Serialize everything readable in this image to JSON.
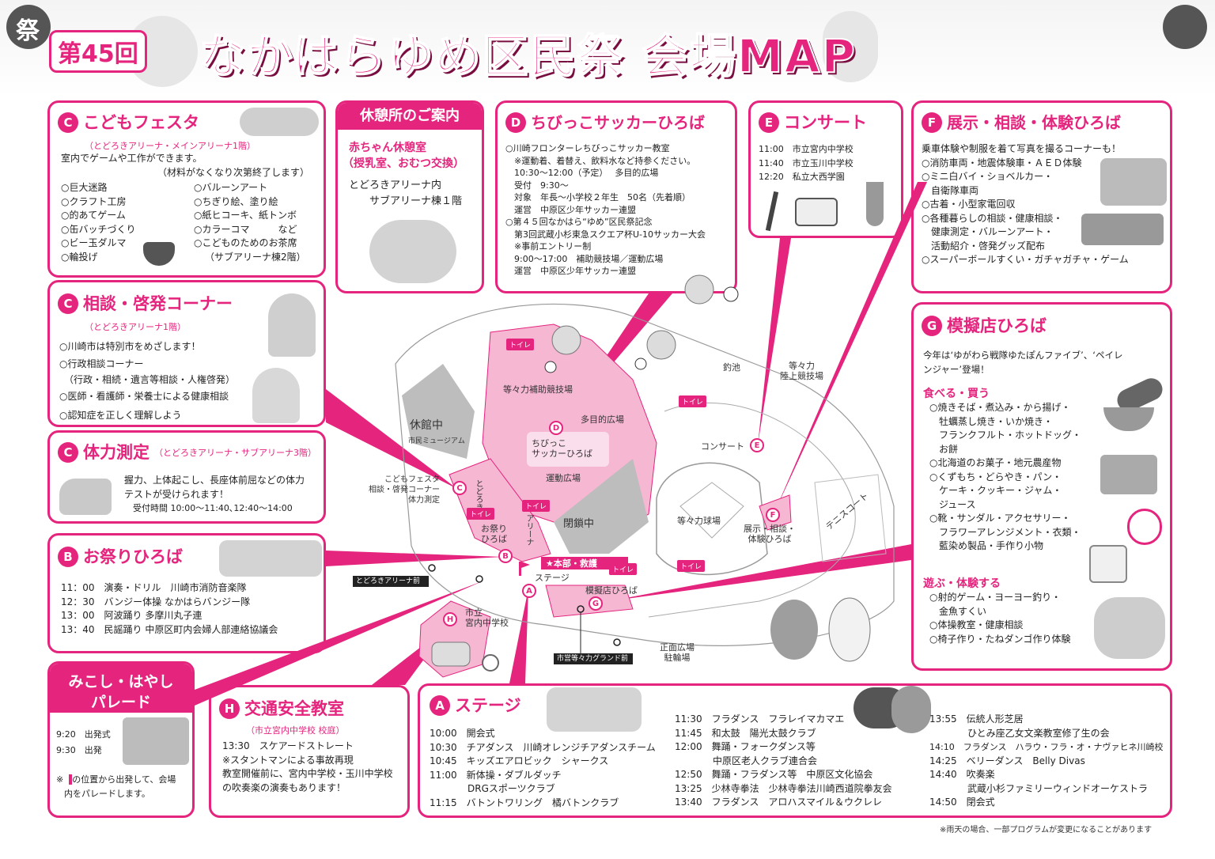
{
  "header": {
    "edition": "第45回",
    "title": "なかはらゆめ区民祭 会場MAP",
    "matsuri_char": "祭"
  },
  "kids": {
    "badge": "C",
    "title": "こどもフェスタ",
    "sub": "（とどろきアリーナ・メインアリーナ1階）",
    "intro1": "室内でゲームや工作ができます。",
    "intro2": "（材料がなくなり次第終了します）",
    "left": [
      "○巨大迷路",
      "○クラフト工房",
      "○的あてゲーム",
      "○缶バッチづくり",
      "○ビー玉ダルマ",
      "○輪投げ"
    ],
    "right": [
      "○バルーンアート",
      "○ちぎり絵、塗り絵",
      "○紙ヒコーキ、紙トンボ",
      "○カラーコマ　　　など",
      "○こどものためのお茶席",
      "（サブアリーナ棟2階）"
    ]
  },
  "rest": {
    "title": "休憩所のご案内",
    "pink1": "赤ちゃん休憩室",
    "pink2": "（授乳室、おむつ交換）",
    "loc1": "とどろきアリーナ内",
    "loc2": "サブアリーナ棟１階"
  },
  "soccer": {
    "badge": "D",
    "title": "ちびっこサッカーひろば",
    "lines": [
      "○川崎フロンターレちびっこサッカー教室",
      "　※運動着、着替え、飲料水など持参ください。",
      "　10:30～12:00（予定）　 多目的広場",
      "　受付　9:30～",
      "　対象　年長～小学校２年生　50名（先着順）",
      "　運営　中原区少年サッカー連盟",
      "",
      "○第４５回なかはら“ゆめ”区民祭記念",
      "　第3回武蔵小杉東急スクエア杯U-10サッカー大会",
      "　※事前エントリー制",
      "　9:00～17:00　補助競技場／運動広場",
      "　運営　中原区少年サッカー連盟"
    ]
  },
  "concert": {
    "badge": "E",
    "title": "コンサート",
    "items": [
      "11:00　市立宮内中学校",
      "11:40　市立玉川中学校",
      "12:20　私立大西学園"
    ]
  },
  "exhibit": {
    "badge": "F",
    "title": "展示・相談・体験ひろば",
    "lines": [
      "乗車体験や制服を着て写真を撮るコーナーも！",
      "○消防車両・地震体験車・ＡＥＤ体験",
      "○ミニ白バイ・ショベルカー・",
      "　自衛隊車両",
      "○古着・小型家電回収",
      "○各種暮らしの相談・健康相談・",
      "　健康測定・バルーンアート・",
      "　活動紹介・啓発グッズ配布",
      "○スーパーボールすくい・ガチャガチャ・ゲーム"
    ]
  },
  "consult": {
    "badge": "C",
    "title": "相談・啓発コーナー",
    "sub": "（とどろきアリーナ1階）",
    "lines": [
      "○川崎市は特別市をめざします！",
      "○行政相談コーナー",
      "　（行政・相続・遺言等相談・人権啓発）",
      "○医師・看護師・栄養士による健康相談",
      "○認知症を正しく理解しよう"
    ]
  },
  "fitness": {
    "badge": "C",
    "title": "体力測定",
    "sub": "（とどろきアリーナ・サブアリーナ3階）",
    "lines": [
      "握力、上体起こし、長座体前屈などの体力",
      "テストが受けられます！",
      "　受付時間 10:00～11:40､12:40～14:00"
    ]
  },
  "omatsuri": {
    "badge": "B",
    "title": "お祭りひろば",
    "items": [
      "11：00　演奏・ドリル　川崎市消防音楽隊",
      "12：30　バンジー体操 なかはらバンジー隊",
      "13：00　阿波踊り 多摩川丸子連",
      "13：40　民謡踊り 中原区町内会婦人部連絡協議会"
    ]
  },
  "parade": {
    "title1": "みこし・はやし",
    "title2": "パレード",
    "lines": [
      "9:20　出発式",
      "9:30　出発"
    ],
    "note1": "※　の位置から出発して、会場",
    "note2": "内をパレードします。"
  },
  "traffic": {
    "badge": "H",
    "title": "交通安全教室",
    "sub": "（市立宮内中学校 校庭）",
    "lines": [
      "13:30　スケアードストレート",
      "※スタントマンによる事故再現",
      "",
      "教室開催前に、宮内中学校・玉川中学校",
      "の吹奏楽の演奏もあります！"
    ]
  },
  "stage": {
    "badge": "A",
    "title": "ステージ",
    "col1": [
      "10:00　開会式",
      "10:30　チアダンス　川崎オレンジチアダンスチーム",
      "10:45　キッズエアロビック　シャークス",
      "11:00　新体操・ダブルダッチ",
      "　　　　DRGスポーツクラブ",
      "11:15　バトントワリング　橘バトンクラブ"
    ],
    "col2": [
      "11:30　フラダンス　フラレイマカマエ",
      "11:45　和太鼓　陽光太鼓クラブ",
      "12:00　舞踊・フォークダンス等",
      "　　　　中原区老人クラブ連合会",
      "12:50　舞踊・フラダンス等　中原区文化協会",
      "13:25　少林寺拳法　少林寺拳法川崎西道院拳友会",
      "13:40　フラダンス　アロハスマイル＆ウクレレ"
    ],
    "col3": [
      "13:55　伝統人形芝居",
      "　　　　ひとみ座乙女文楽教室修了生の会",
      "14:10　フラダンス　ハラウ・フラ・オ・ナヴァヒネ川崎校",
      "14:25　ベリーダンス　Belly Divas",
      "14:40　吹奏楽",
      "　　　　武蔵小杉ファミリーウィンドオーケストラ",
      "14:50　閉会式"
    ]
  },
  "mogi": {
    "badge": "G",
    "title": "模擬店ひろば",
    "intro1": "今年は‘ゆがわら戦隊ゆたぽんファイブ’、‘ペイレ",
    "intro2": "ンジャー’登場！",
    "eat_title": "食べる・買う",
    "eat": [
      "○焼きそば・煮込み・から揚げ・",
      "　牡蠣蒸し焼き・いか焼き・",
      "　フランクフルト・ホットドッグ・",
      "　お餅",
      "○北海道のお菓子・地元農産物",
      "○くずもち・どらやき・パン・",
      "　ケーキ・クッキー・ジャム・",
      "　ジュース",
      "○靴・サンダル・アクセサリー・",
      "　フラワーアレンジメント・衣類・",
      "　藍染め製品・手作り小物"
    ],
    "play_title": "遊ぶ・体験する",
    "play": [
      "○射的ゲーム・ヨーヨー釣り・",
      "　金魚すくい",
      "○体操教室・健康相談",
      "○椅子作り・たねダンゴ作り体験"
    ]
  },
  "map": {
    "toilet": "トイレ",
    "labels": {
      "hojo": "等々力補助競技場",
      "tamokuteki": "多目的広場",
      "chibikko": "ちびっこ\nサッカーひろば",
      "undo": "運動広場",
      "kyukan": "休館中",
      "museum": "市民ミュージアム",
      "kids": "こどもフェスタ\n相談・啓発コーナー\n体力測定",
      "todoroki": "とどろき",
      "arena": "アリーナ",
      "omatsuri": "お祭り\nひろば",
      "heisa": "閉鎖中",
      "honbu": "★本部・救護",
      "stage": "ステージ",
      "mogi": "模擬店ひろば",
      "kyujo": "等々力球場",
      "concert": "コンサート",
      "tenji": "展示・相談・\n体験ひろば",
      "tennis": "テニスコート",
      "tsuriike": "釣池",
      "rikujo": "等々力\n陸上競技場",
      "miyauchi": "市立\n宮内中学校",
      "shomen": "正面広場\n駐輪場",
      "bus1": "とどろきアリーナ前",
      "bus2": "市営等々力グランド前"
    }
  },
  "footer": "※雨天の場合、一部プログラムが変更になることがあります",
  "colors": {
    "accent": "#e5247e",
    "light_pink": "#f6b7d3",
    "gray": "#bdbdbd"
  }
}
